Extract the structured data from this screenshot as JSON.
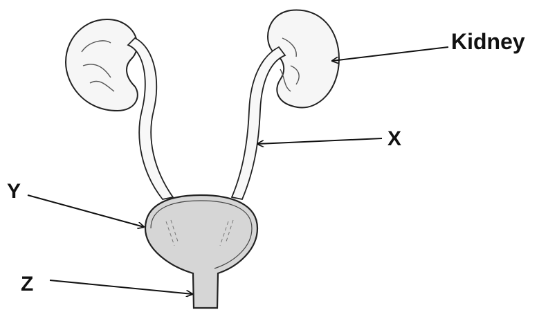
{
  "labels": {
    "kidney": "Kidney",
    "x": "X",
    "y": "Y",
    "z": "Z"
  },
  "colors": {
    "outline": "#222222",
    "kidney_fill": "#f6f6f6",
    "bladder_fill": "#d6d6d6",
    "ureter_fill": "#f8f8f8",
    "label_text": "#111111"
  }
}
